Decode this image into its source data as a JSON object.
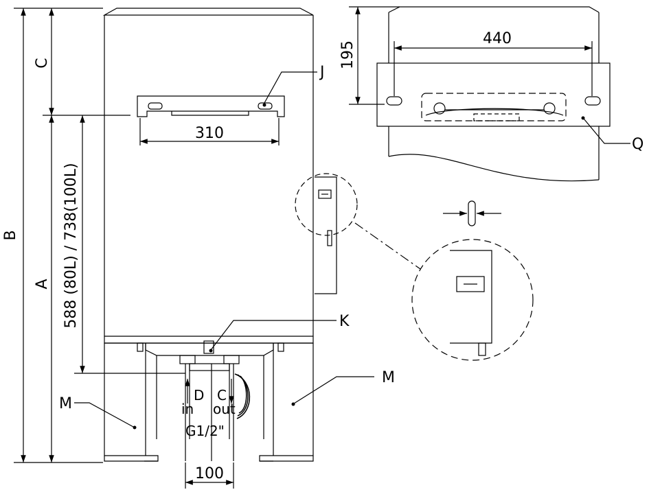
{
  "labels": {
    "B": "B",
    "C": "C",
    "A": "A",
    "J": "J",
    "K": "K",
    "M_left": "M",
    "M_right": "M",
    "Q": "Q",
    "D": "D",
    "in": "in",
    "C_out": "C",
    "out": "out",
    "thread": "G1/2\""
  },
  "dimensions": {
    "height_text": "588 (80L) / 738(100L)",
    "bracket_width": "310",
    "pipe_spacing": "100",
    "top_offset": "195",
    "hole_spacing": "440"
  },
  "colors": {
    "line": "#000000",
    "background": "#ffffff"
  }
}
